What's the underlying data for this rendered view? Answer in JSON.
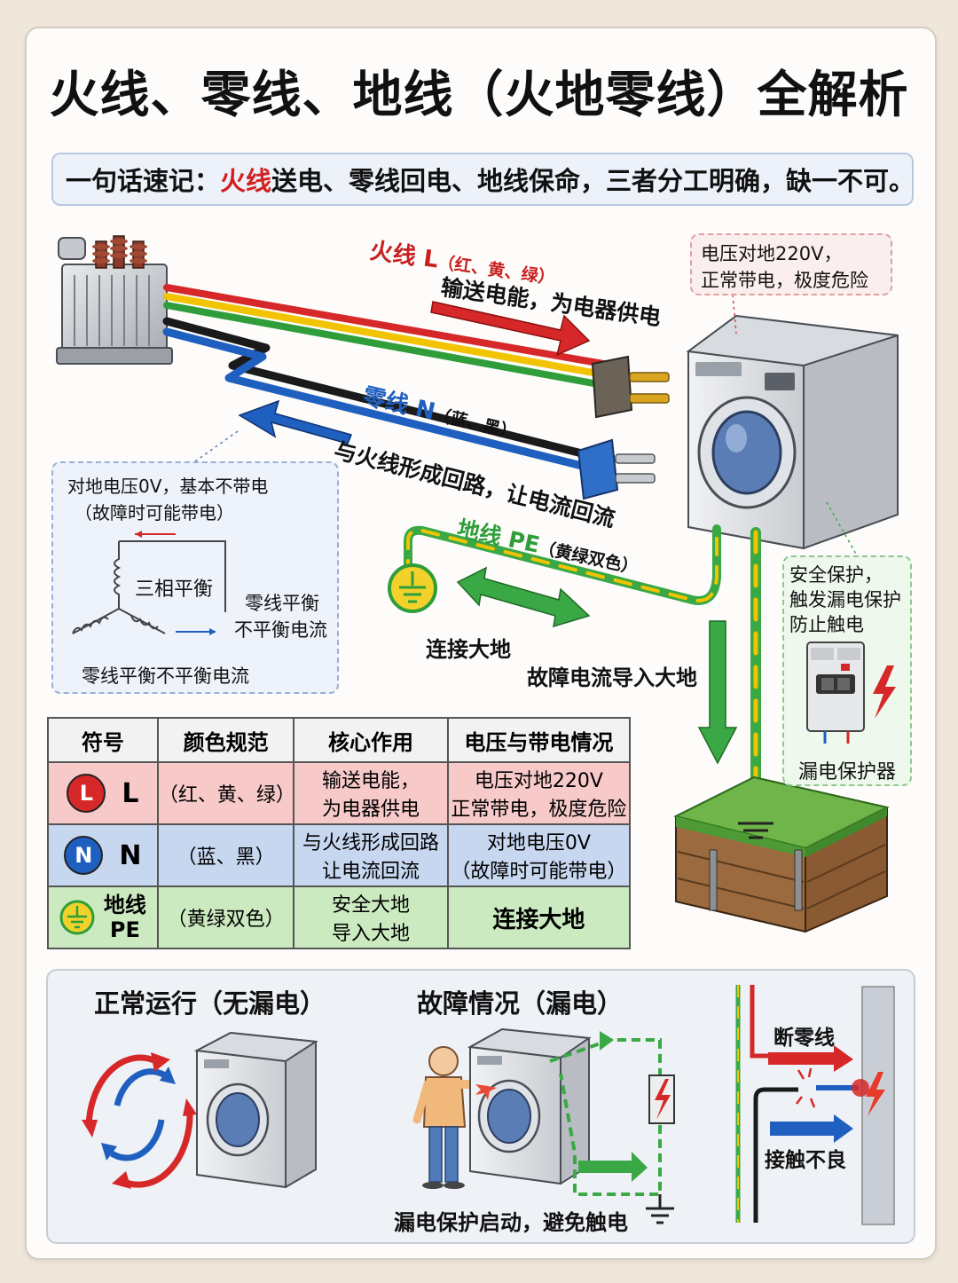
{
  "title": "火线、零线、地线（火地零线）全解析",
  "summary": {
    "prefix": "一句话速记：",
    "hot": "火线",
    "rest": "送电、零线回电、地线保命，三者分工明确，缺一不可。"
  },
  "wires": {
    "live": {
      "label": "火线 L",
      "colors": "（红、黄、绿）",
      "desc": "输送电能，为电器供电"
    },
    "neutral": {
      "label": "零线 N",
      "colors": "（蓝、黑）",
      "desc": "与火线形成回路，让电流回流"
    },
    "earth": {
      "label": "地线 PE",
      "colors": "（黄绿双色）",
      "desc1": "连接大地",
      "desc2": "故障电流导入大地"
    }
  },
  "notes": {
    "live_voltage_1": "电压对地220V，",
    "live_voltage_2": "正常带电，极度危险",
    "neutral_1": "对地电压0V，基本不带电",
    "neutral_2": "（故障时可能带电）",
    "three_phase": "三相平衡",
    "neutral_balance_1": "零线平衡",
    "neutral_balance_2": "不平衡电流",
    "neutral_caption": "零线平衡不平衡电流",
    "earth_1": "安全保护，",
    "earth_2": "触发漏电保护",
    "earth_3": "防止触电",
    "rcd": "漏电保护器"
  },
  "table": {
    "headers": [
      "符号",
      "颜色规范",
      "核心作用",
      "电压与带电情况"
    ],
    "rows": [
      {
        "badge": "L",
        "symbol": "L",
        "color": "（红、黄、绿）",
        "role1": "输送电能，",
        "role2": "为电器供电",
        "volt1": "电压对地220V",
        "volt2": "正常带电，极度危险"
      },
      {
        "badge": "N",
        "symbol": "N",
        "color": "（蓝、黑）",
        "role1": "与火线形成回路",
        "role2": "让电流回流",
        "volt1": "对地电压0V",
        "volt2": "（故障时可能带电）"
      },
      {
        "symbol1": "地线",
        "symbol2": "PE",
        "color": "（黄绿双色）",
        "role1": "安全大地",
        "role2": "导入大地",
        "volt1": "连接大地"
      }
    ]
  },
  "bottom": {
    "normal": "正常运行（无漏电）",
    "fault": "故障情况（漏电）",
    "fault_caption": "漏电保护启动，避免触电",
    "broken_neutral": "断零线",
    "bad_contact": "接触不良"
  },
  "colors": {
    "live_red": "#d62828",
    "live_yellow": "#f2c300",
    "live_green": "#2f9e3a",
    "neutral_blue": "#1f5fbf",
    "neutral_black": "#1a1a1a",
    "earth_green": "#3aa845"
  }
}
